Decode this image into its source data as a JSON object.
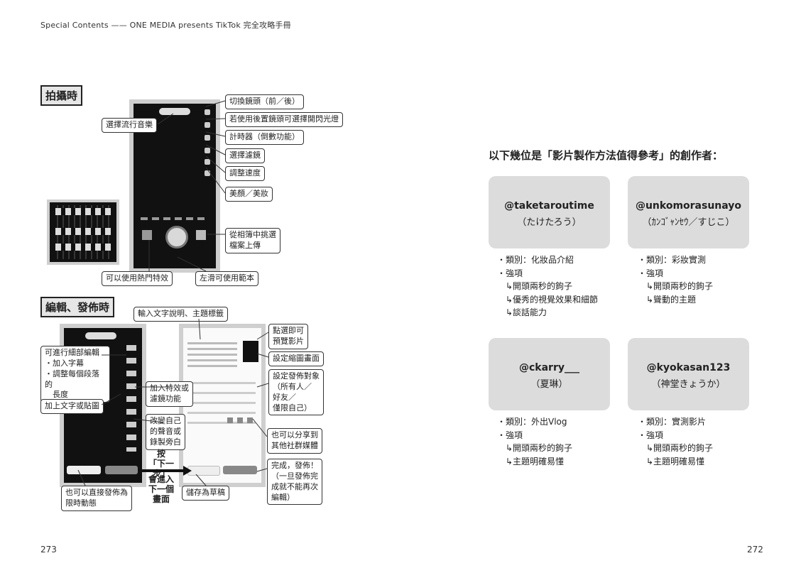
{
  "header": "Special Contents —— ONE MEDIA presents TikTok 完全攻略手冊",
  "left_page": {
    "section_shoot": "拍攝時",
    "section_edit": "編輯、發佈時",
    "shoot_callouts": {
      "music": "選擇流行音樂",
      "switch_lens": "切換鏡頭（前／後）",
      "flash": "若使用後置鏡頭可選擇開閃光燈",
      "timer": "計時器（倒數功能）",
      "filter": "選擇濾鏡",
      "speed": "調整速度",
      "beauty": "美顏／美妝",
      "upload_line1": "從相簿中挑選",
      "upload_line2": "檔案上傳",
      "effects": "可以使用熱門特效",
      "templates": "左滑可使用範本"
    },
    "edit_callouts": {
      "caption": "輸入文字說明、主題標籤",
      "detail_title": "可進行細部編輯",
      "detail_b1": "・加入字幕",
      "detail_b2": "・調整每個段落的",
      "detail_b3": "　長度",
      "text_sticker": "加上文字或貼圖",
      "effects_filter_1": "加入特效或",
      "effects_filter_2": "濾鏡功能",
      "voice_1": "改變自己",
      "voice_2": "的聲音或",
      "voice_3": "錄製旁白",
      "preview_1": "點選即可",
      "preview_2": "預覽影片",
      "cover": "設定縮圖畫面",
      "audience_1": "設定發佈對象",
      "audience_2": "（所有人／",
      "audience_3": "好友／",
      "audience_4": "僅限自己）",
      "share_1": "也可以分享到",
      "share_2": "其他社群媒體",
      "done_1": "完成，發佈！",
      "done_2": "（一旦發佈完",
      "done_3": "成就不能再次",
      "done_4": "編輯）",
      "press": "按",
      "next_step": "「下一步」",
      "go_next_1": "會進入",
      "go_next_2": "下一個",
      "go_next_3": "畫面",
      "story_1": "也可以直接發佈為",
      "story_2": "限時動態",
      "draft": "儲存為草稿"
    },
    "page_number": "273"
  },
  "right_page": {
    "title": "以下幾位是「影片製作方法值得參考」的創作者：",
    "creators": [
      {
        "handle": "@taketaroutime",
        "name": "（たけたろう）",
        "lines": [
          "・類別：化妝品介紹",
          "・強項",
          "↳開頭兩秒的鉤子",
          "↳優秀的視覺效果和細節",
          "↳談話能力"
        ]
      },
      {
        "handle": "@unkomorasunayo",
        "name": "（ｶﾝｺﾞｬﾝｾｳ／すじこ）",
        "lines": [
          "・類別：彩妝實測",
          "・強項",
          "↳開頭兩秒的鉤子",
          "↳聳動的主題"
        ]
      },
      {
        "handle": "@ckarry___",
        "name": "（夏琳）",
        "lines": [
          "・類別：外出Vlog",
          "・強項",
          "↳開頭兩秒的鉤子",
          "↳主題明確易懂"
        ]
      },
      {
        "handle": "@kyokasan123",
        "name": "（神堂きょうか）",
        "lines": [
          "・類別：實測影片",
          "・強項",
          "↳開頭兩秒的鉤子",
          "↳主題明確易懂"
        ]
      }
    ],
    "page_number": "272"
  },
  "colors": {
    "card_bg": "#dcdcdc",
    "label_bg": "#e6e6e6",
    "phone_dark": "#111111"
  }
}
